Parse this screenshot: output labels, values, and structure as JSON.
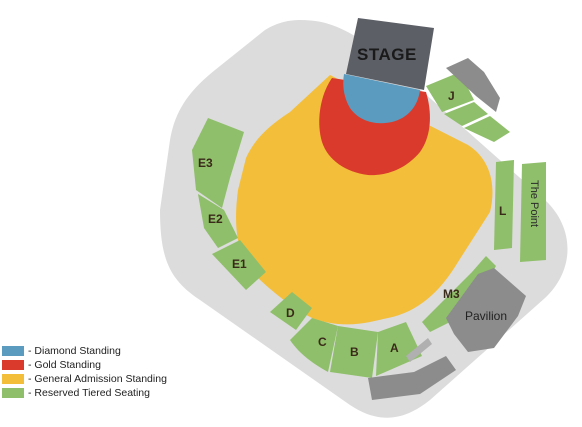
{
  "colors": {
    "background": "#ffffff",
    "outer_ring": "#dcdcdc",
    "diamond": "#5b9bbf",
    "gold": "#d93a2b",
    "general_admission": "#f3be3a",
    "reserved": "#8fbf6a",
    "stage": "#5c5f66",
    "pavilion": "#8c8c8c"
  },
  "stage": {
    "label": "STAGE"
  },
  "sections": {
    "J": "J",
    "E3": "E3",
    "E2": "E2",
    "E1": "E1",
    "L": "L",
    "the_point": "The Point",
    "D": "D",
    "C": "C",
    "B": "B",
    "A": "A",
    "M3": "M3",
    "pavilion": "Pavilion"
  },
  "legend": [
    {
      "label": "- Diamond Standing",
      "color": "#5b9bbf"
    },
    {
      "label": "- Gold Standing",
      "color": "#d93a2b"
    },
    {
      "label": "- General Admission Standing",
      "color": "#f3be3a"
    },
    {
      "label": "- Reserved Tiered Seating",
      "color": "#8fbf6a"
    }
  ]
}
